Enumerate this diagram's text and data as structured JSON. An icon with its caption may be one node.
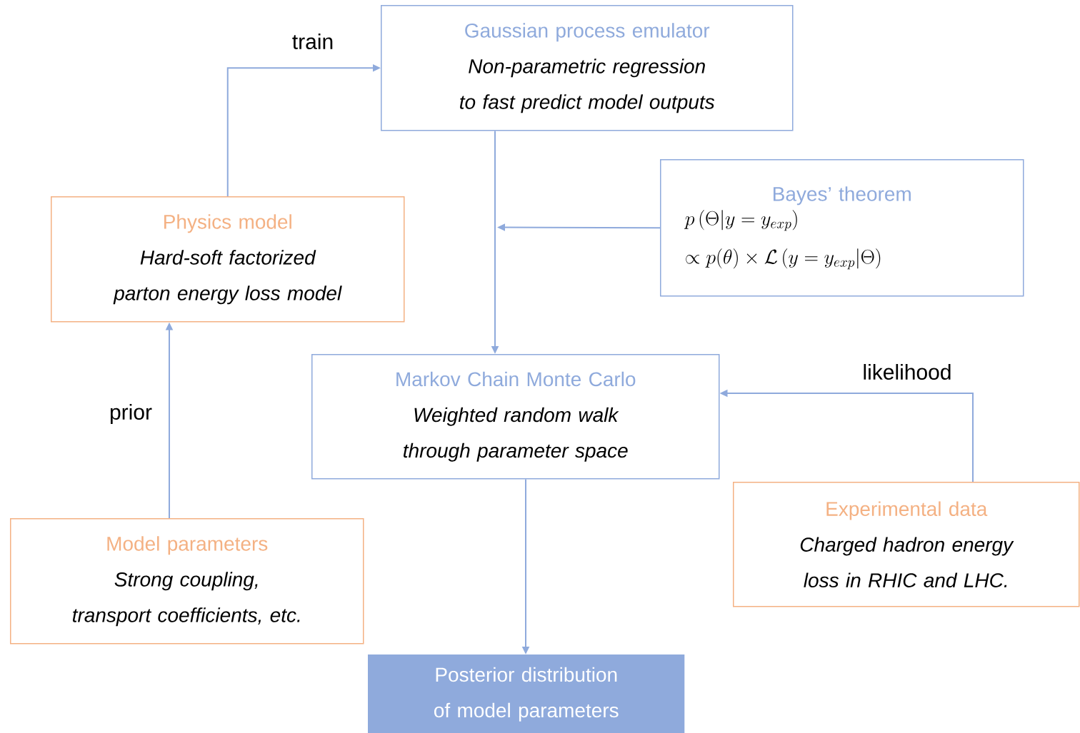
{
  "diagram": {
    "nodes": [
      {
        "text": [
          "Gaussian process emulator",
          "Non-parametric regression to fast predict model outputs"
        ]
      },
      {
        "text": [
          "Bayes’ theorem",
          "p\\left(\\Theta|y=y_{exp}\\right)",
          "\\propto p(\\theta)\\times\\mathcal{L}\\left(y=y_{exp}|\\Theta\\right)"
        ]
      },
      {
        "text": [
          "Physics model",
          "Hard-soft factorized parton energy loss model"
        ]
      },
      {
        "text": [
          "Markov Chain Monte Carlo",
          "Weighted random walk through parameter space"
        ]
      },
      {
        "text": [
          "Model parameters",
          "Strong coupling, transport coefficients, etc."
        ]
      },
      {
        "text": [
          "Experimental data",
          "Charged hadron energy loss in RHIC and LHC."
        ]
      },
      {
        "text": [
          "Posterior distribution of model parameters"
        ]
      }
    ],
    "edges": [
      {
        "from": 2,
        "to": 0,
        "arrow": "to",
        "label": "train"
      },
      {
        "from": 0,
        "to": 3,
        "arrow": "to"
      },
      {
        "from": 1,
        "to": null,
        "arrow": "to"
      },
      {
        "from": 4,
        "to": 2,
        "arrow": "to",
        "label": "prior"
      },
      {
        "from": 5,
        "to": 3,
        "arrow": "to",
        "label": "likelihood"
      },
      {
        "from": 3,
        "to": 6,
        "arrow": "to"
      }
    ]
  }
}
